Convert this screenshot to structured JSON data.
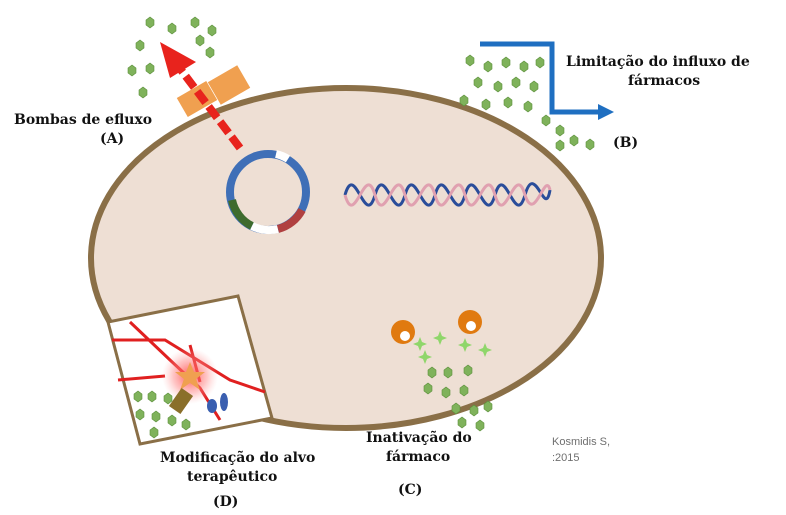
{
  "labels": {
    "efflux": "Bombas de efluxo",
    "efflux_letter": "(A)",
    "influx_line1": "Limitação do influxo de",
    "influx_line2": "fármacos",
    "influx_letter": "(B)",
    "inactivation_line1": "Inativação do",
    "inactivation_line2": "fármaco",
    "inactivation_letter": "(C)",
    "target_line1": "Modificação do alvo",
    "target_line2": "terapêutico",
    "target_letter": "(D)"
  },
  "credit": {
    "line1": "Kosmidis S,",
    "line2": ":2015"
  },
  "colors": {
    "cell_fill": "#eedfd4",
    "cell_border": "#8a6f47",
    "drug_molecule": "#7fb25b",
    "efflux_pump": "#f0a050",
    "efflux_arrow": "#e8231d",
    "influx_barrier": "#1f6fc1",
    "plasmid_blue": "#3f6fb7",
    "dna_strand": "#2a4d9a",
    "enzyme": "#e07a10",
    "target_red": "#e02020"
  }
}
